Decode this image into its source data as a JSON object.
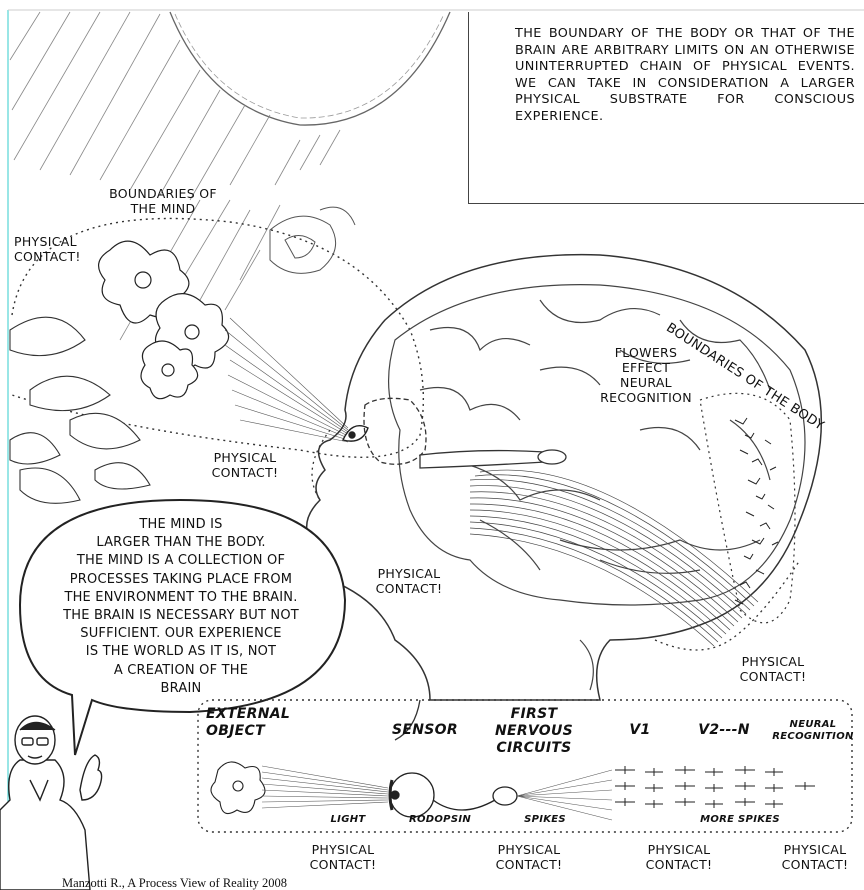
{
  "box_text": "The boundary of the body or that of the brain are arbitrary limits on an otherwise uninterrupted chain of physical events. We can take in consideration a larger physical substrate for conscious experience.",
  "labels": {
    "boundaries_mind": [
      "Boundaries of",
      "the mind"
    ],
    "boundaries_body": "Boundaries of the body",
    "physical_contact_topleft": [
      "Physical",
      "contact!"
    ],
    "physical_contact_eye": [
      "Physical",
      "contact!"
    ],
    "physical_contact_mid": [
      "Physical",
      "contact!"
    ],
    "physical_contact_right": [
      "Physical",
      "contact!"
    ],
    "flowers_effect": [
      "Flowers",
      "effect",
      "neural",
      "recognition"
    ]
  },
  "speech_bubble": [
    "The mind is",
    "larger than the body.",
    "The mind is a collection of",
    "processes taking place from",
    "the environment to the brain.",
    "The brain is necessary but not",
    "sufficient. Our experience",
    "is the world as it is, not",
    "a creation of the",
    "brain"
  ],
  "chain": {
    "stages": [
      {
        "title": [
          "External",
          "object"
        ],
        "sub": "Light"
      },
      {
        "title": [
          "Sensor"
        ],
        "sub": "Rodopsin"
      },
      {
        "title": [
          "First",
          "nervous",
          "circuits"
        ],
        "sub": "Spikes"
      },
      {
        "title": [
          "V1"
        ],
        "sub": ""
      },
      {
        "title": [
          "V2---N"
        ],
        "sub": "More spikes"
      },
      {
        "title": [
          "Neural",
          "recognition"
        ],
        "sub": ""
      }
    ],
    "bottom_contacts": [
      [
        "Physical",
        "contact!"
      ],
      [
        "Physical",
        "contact!"
      ],
      [
        "Physical",
        "contact!"
      ],
      [
        "Physical",
        "contact!"
      ]
    ]
  },
  "citation": "Manzotti R., A Process View of Reality 2008"
}
